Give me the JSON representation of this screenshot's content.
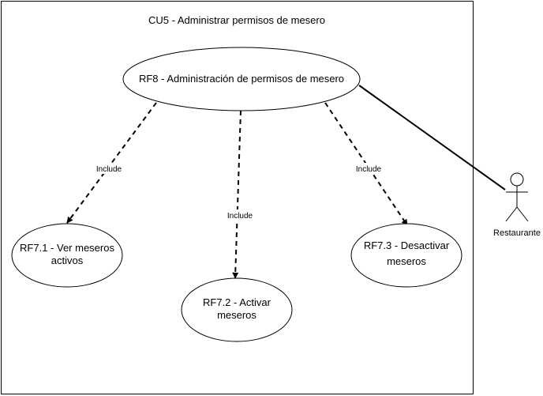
{
  "diagram": {
    "system_boundary": {
      "title": "CU5 - Administrar permisos de mesero"
    },
    "use_cases": {
      "main": {
        "line1": "RF8 - Administración de permisos de mesero"
      },
      "rf71": {
        "line1": "RF7.1 - Ver meseros",
        "line2": "activos"
      },
      "rf72": {
        "line1": "RF7.2 - Activar",
        "line2": "meseros"
      },
      "rf73": {
        "line1": "RF7.3 - Desactivar",
        "line2": "meseros"
      }
    },
    "relations": {
      "include_left": "Include",
      "include_center": "Include",
      "include_right": "Include"
    },
    "actor": {
      "name": "Restaurante"
    }
  }
}
